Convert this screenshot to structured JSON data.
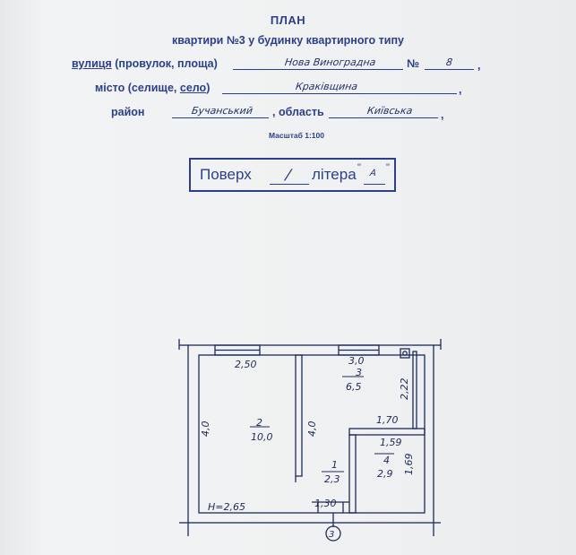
{
  "header": {
    "title": "ПЛАН",
    "subtitle": "квартири №3  у будинку квартирного  типу"
  },
  "fields": {
    "street_label_main": "вулиця",
    "street_label_rest": " (провулок, площа)",
    "street_value": "Нова Виноградна",
    "number_label": "№",
    "number_value": "8",
    "comma": ",",
    "city_label_main": "місто (селище, ",
    "city_label_village": "село",
    "city_label_close": ")",
    "city_value": "Краківщина",
    "district_label": "район",
    "district_value": "Бучанський",
    "region_label": ", область",
    "region_value": "Київська",
    "scale": "Масштаб 1:100"
  },
  "floor": {
    "floor_label": "Поверх",
    "floor_value": "/",
    "letter_label": "літера",
    "quote": "\"",
    "letter_value": "А"
  },
  "plan": {
    "dim_250": "2,50",
    "dim_30": "3,0",
    "dim_222": "2,22",
    "dim_170": "1,70",
    "dim_159": "1,59",
    "dim_169": "1,69",
    "dim_40": "4,0",
    "dim_130": "1,30",
    "height": "H=2,65",
    "marker": "3",
    "rooms": [
      {
        "number": "2",
        "area": "10,0"
      },
      {
        "number": "3",
        "area": "6,5"
      },
      {
        "number": "1",
        "area": "2,3"
      },
      {
        "number": "4",
        "area": "2,9"
      }
    ]
  }
}
